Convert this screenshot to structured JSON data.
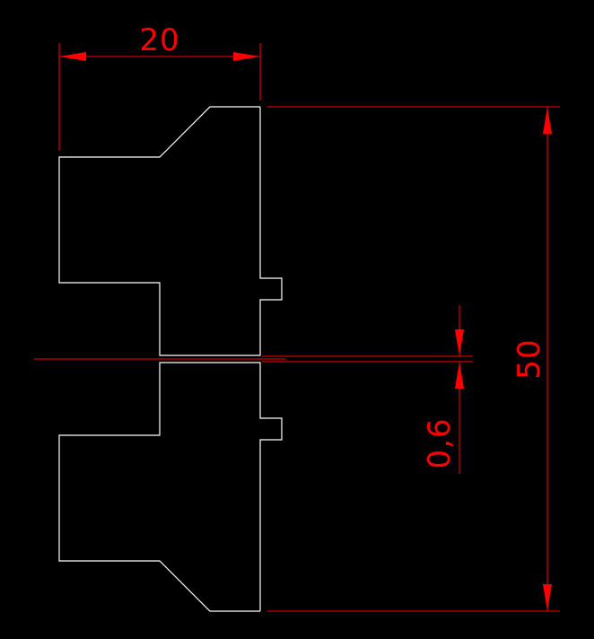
{
  "drawing": {
    "colors": {
      "background": "#000000",
      "outline": "#ffffff",
      "dimension": "#ff0000"
    },
    "dimensions": {
      "width_label": "20",
      "height_label": "50",
      "gap_label": "0,6"
    }
  }
}
